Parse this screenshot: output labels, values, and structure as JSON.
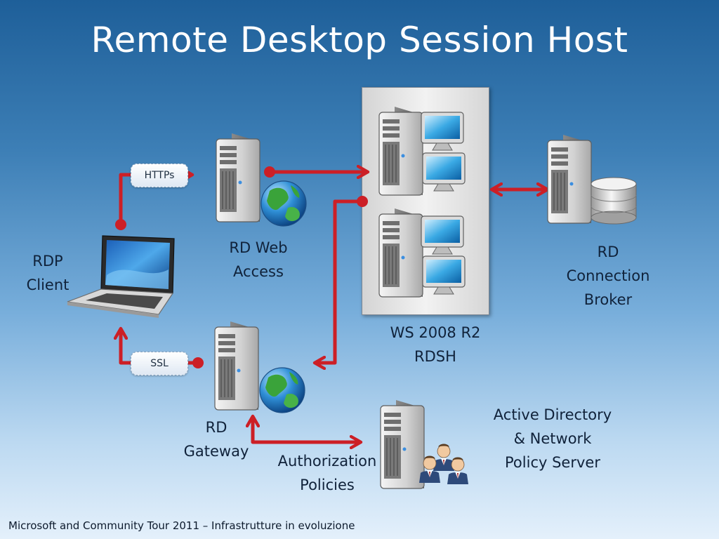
{
  "title": "Remote Desktop Session Host",
  "nodes": {
    "rdp_client": "RDP\nClient",
    "rd_web_access": "RD Web\nAccess",
    "rd_gateway": "RD\nGateway",
    "rdsh": "WS 2008 R2\nRDSH",
    "rd_connection_broker": "RD\nConnection\nBroker",
    "active_directory": "Active Directory\n& Network\nPolicy Server",
    "authorization_policies": "Authorization\nPolicies"
  },
  "protocols": {
    "https": "HTTPs",
    "ssl": "SSL"
  },
  "footer": "Microsoft and Community Tour 2011 – Infrastrutture in evoluzione",
  "colors": {
    "arrow": "#cc1f26",
    "title": "#ffffff"
  }
}
